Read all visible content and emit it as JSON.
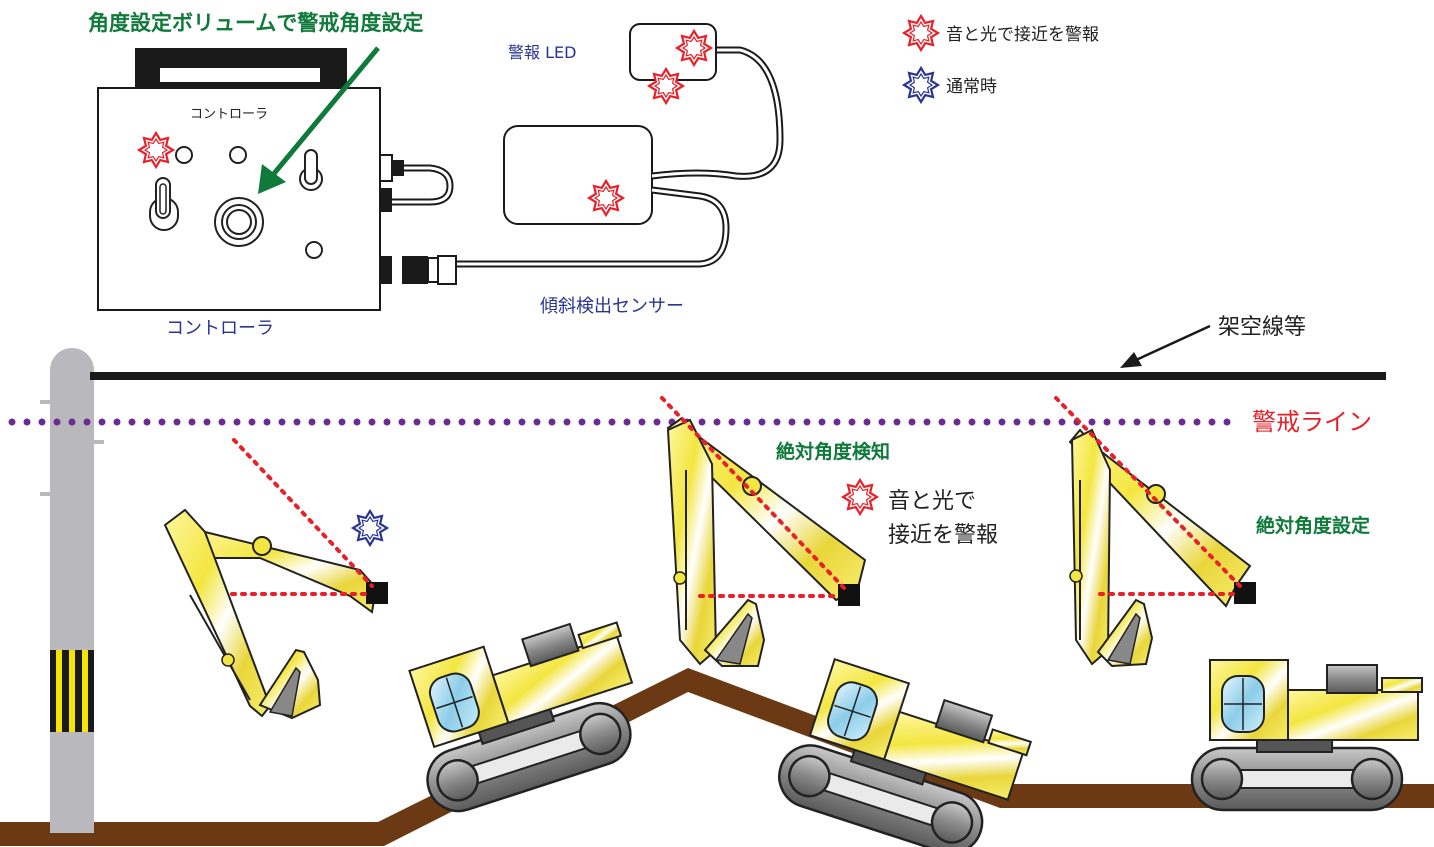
{
  "labels": {
    "angle_volume_note": "角度設定ボリュームで警戒角度設定",
    "warning_led": "警報 LED",
    "controller_panel": "コントローラ",
    "controller": "コントローラ",
    "tilt_sensor": "傾斜検出センサー",
    "overhead_line": "架空線等",
    "warning_line": "警戒ライン",
    "absolute_angle_detect": "絶対角度検知",
    "alarm_line1": "音と光で",
    "alarm_line2": "接近を警報",
    "absolute_angle_setting": "絶対角度設定"
  },
  "legend": [
    {
      "text": "音と光で接近を警報",
      "color": "#e8202a",
      "icon": "red-star-icon"
    },
    {
      "text": "通常時",
      "color": "#2a3590",
      "icon": "blue-star-icon"
    }
  ],
  "colors": {
    "green_text": "#0f7a3a",
    "blue_text": "#2a3590",
    "red": "#e8202a",
    "purple_dots": "#6a2d8f",
    "ground": "#6b3a14",
    "pole": "#b9b9bd",
    "excavator": "#f5e84a"
  }
}
